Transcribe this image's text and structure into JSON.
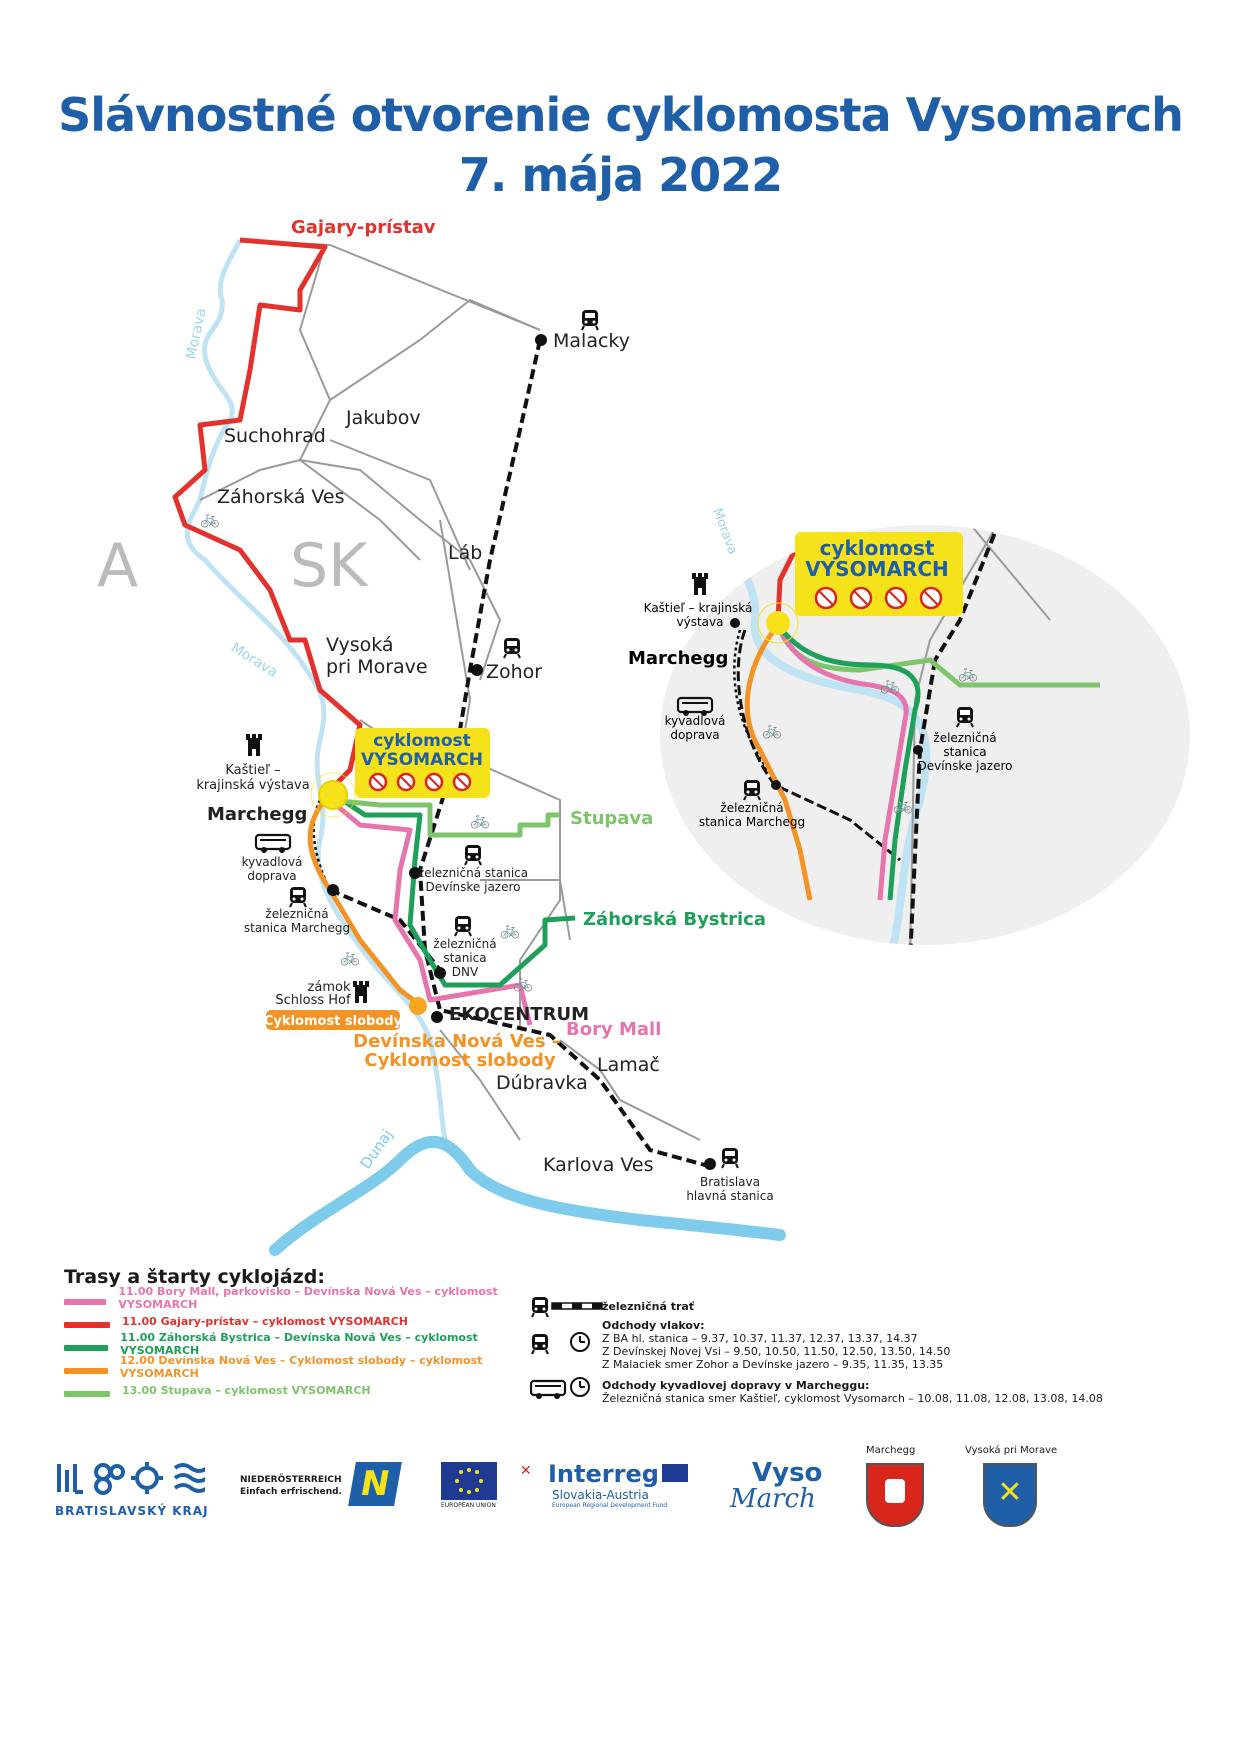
{
  "title": {
    "line1": "Slávnostné otvorenie cyklomosta Vysomarch",
    "line2": "7. mája 2022"
  },
  "map": {
    "country_left": "A",
    "country_right": "SK",
    "rivers": {
      "morava_top": "Morava",
      "morava_mid": "Morava",
      "dunaj": "Dunaj"
    },
    "places": {
      "gajary": "Gajary-prístav",
      "malacky": "Malacky",
      "jakubov": "Jakubov",
      "suchohrad": "Suchohrad",
      "zahorska_ves": "Záhorská Ves",
      "lab": "Láb",
      "vysoka1": "Vysoká",
      "vysoka2": "pri Morave",
      "zohor": "Zohor",
      "kastiel1": "Kaštieľ –",
      "kastiel2": "krajinská výstava",
      "marchegg": "Marchegg",
      "stupava": "Stupava",
      "kyvadlova1": "kyvadlová",
      "kyvadlova2": "doprava",
      "zel_marchegg1": "železničná",
      "zel_marchegg2": "stanica Marchegg",
      "zel_devjazero1": "železničná stanica",
      "zel_devjazero2": "Devínske jazero",
      "zahorska_bystrica": "Záhorská Bystrica",
      "zel_dnv1": "železničná",
      "zel_dnv2": "stanica",
      "zel_dnv3": "DNV",
      "zamok1": "zámok",
      "zamok2": "Schloss Hof",
      "cyklomost_slobody": "Cyklomost slobody",
      "ekocentrum": "EKOCENTRUM",
      "bory_mall": "Bory Mall",
      "dnv1": "Devínska Nová Ves –",
      "dnv2": "Cyklomost slobody",
      "lamac": "Lamač",
      "dubravka": "Dúbravka",
      "karlova_ves": "Karlova Ves",
      "ba1": "Bratislava",
      "ba2": "hlavná stanica"
    },
    "bridge_box": {
      "line1": "cyklomost",
      "line2": "VYSOMARCH"
    }
  },
  "inset": {
    "river": "Morava",
    "bridge_box": {
      "line1": "cyklomost",
      "line2": "VYSOMARCH"
    },
    "kastiel1": "Kaštieľ – krajinská",
    "kastiel2": "výstava",
    "marchegg": "Marchegg",
    "kyvadlova1": "kyvadlová",
    "kyvadlova2": "doprava",
    "zel_marchegg1": "železničná",
    "zel_marchegg2": "stanica Marchegg",
    "zel_jazero1": "železničná",
    "zel_jazero2": "stanica",
    "zel_jazero3": "Devínske jazero"
  },
  "legend": {
    "heading": "Trasy a štarty cyklojázd:",
    "routes": [
      {
        "text": "11.00  Bory Mall, parkovisko – Devínska Nová Ves – cyklomost VYSOMARCH",
        "color": "#e675ad"
      },
      {
        "text": "11.00  Gajary-prístav – cyklomost VYSOMARCH",
        "color": "#e3312d"
      },
      {
        "text": "11.00  Záhorská Bystrica – Devínska Nová Ves – cyklomost VYSOMARCH",
        "color": "#1ea05a"
      },
      {
        "text": "12.00  Devínska Nová Ves – Cyklomost slobody – cyklomost VYSOMARCH",
        "color": "#f39325"
      },
      {
        "text": "13.00  Stupava – cyklomost VYSOMARCH",
        "color": "#7ec46b"
      }
    ],
    "rail": {
      "track": "železničná trať",
      "trains_title": "Odchody vlakov:",
      "trains": [
        "Z BA hl. stanica – 9.37, 10.37, 11.37, 12.37, 13.37, 14.37",
        "Z Devínskej Novej Vsi – 9.50, 10.50, 11.50, 12.50, 13.50, 14.50",
        "Z Malaciek smer Zohor a Devínske jazero – 9.35, 11.35, 13.35"
      ],
      "shuttle_title": "Odchody kyvadlovej dopravy v Marcheggu:",
      "shuttle": "Železničná stanica smer Kaštieľ, cyklomost Vysomarch – 10.08, 11.08, 12.08, 13.08, 14.08"
    }
  },
  "logos": {
    "bsk": "BRATISLAVSKÝ KRAJ",
    "noe1": "NIEDERÖSTERREICH",
    "noe2": "Einfach erfrischend.",
    "eu": "EUROPEAN UNION",
    "interreg": "Interreg",
    "interreg_sub": "Slovakia-Austria",
    "interreg_fund": "European Regional Development Fund",
    "vyso": "Vyso",
    "march": "March",
    "marchegg": "Marchegg",
    "vysoka": "Vysoká pri Morave"
  }
}
